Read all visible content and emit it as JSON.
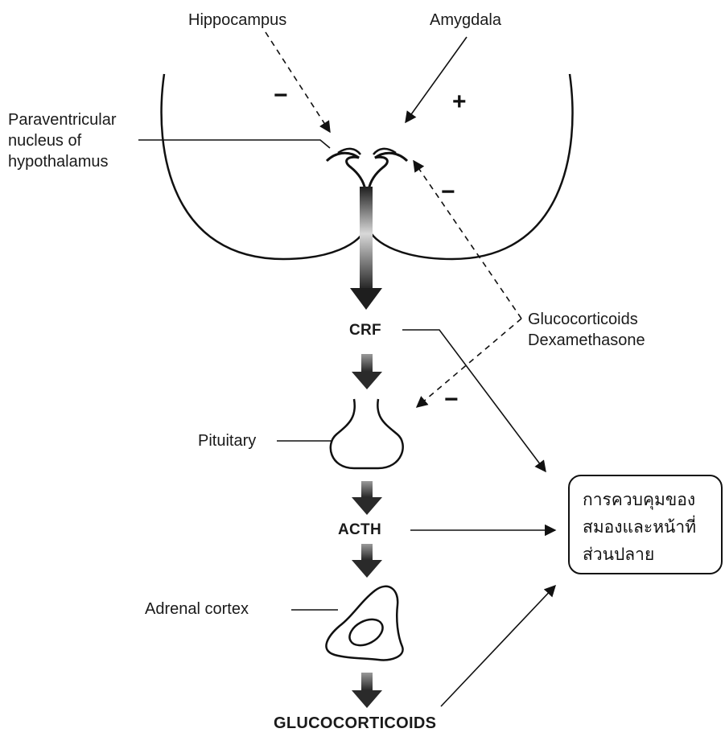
{
  "labels": {
    "hippocampus": "Hippocampus",
    "amygdala": "Amygdala",
    "pvn": "Paraventricular\nnucleus of\nhypothalamus",
    "glucocorticoids_dexamethasone": "Glucocorticoids\nDexamethasone",
    "crf": "CRF",
    "pituitary": "Pituitary",
    "acth": "ACTH",
    "adrenal_cortex": "Adrenal cortex",
    "glucocorticoids_output": "GLUCOCORTICOIDS"
  },
  "signs": {
    "hippocampus_effect": "−",
    "amygdala_effect": "+",
    "feedback_hypothalamus": "−",
    "feedback_pituitary": "−"
  },
  "effect_box": {
    "text": "การควบคุมของ\nสมองและหน้าที่\nส่วนปลาย"
  },
  "colors": {
    "line": "#111111",
    "arrow_fill": "#3a3a3a",
    "gradient_light": "#d8d8d8",
    "gradient_dark": "#1e1e1e"
  }
}
